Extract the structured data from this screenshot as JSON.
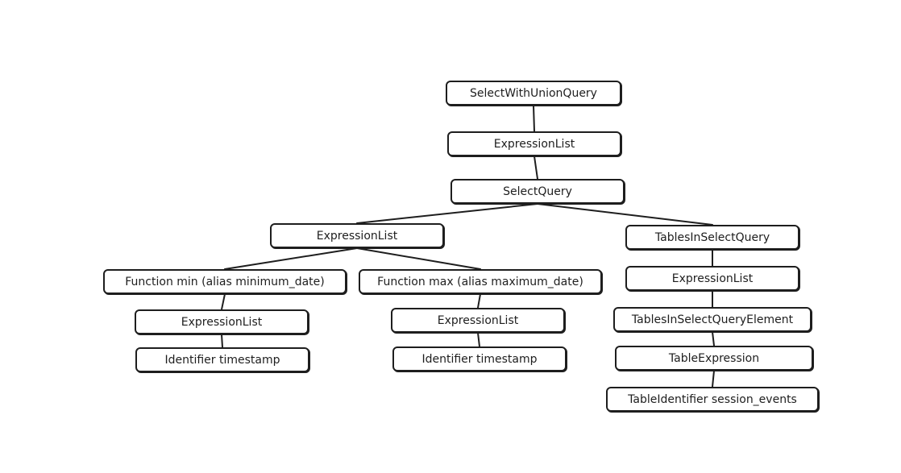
{
  "diagram": {
    "nodes": [
      {
        "id": "n1",
        "label": "SelectWithUnionQuery"
      },
      {
        "id": "n2",
        "label": "ExpressionList"
      },
      {
        "id": "n3",
        "label": "SelectQuery"
      },
      {
        "id": "n4",
        "label": "ExpressionList"
      },
      {
        "id": "n5",
        "label": "TablesInSelectQuery"
      },
      {
        "id": "n6",
        "label": "Function min (alias minimum_date)"
      },
      {
        "id": "n7",
        "label": "Function max (alias maximum_date)"
      },
      {
        "id": "n8",
        "label": "ExpressionList"
      },
      {
        "id": "n9",
        "label": "ExpressionList"
      },
      {
        "id": "n10",
        "label": "Identifier timestamp"
      },
      {
        "id": "n11",
        "label": "Identifier timestamp"
      },
      {
        "id": "n12",
        "label": "ExpressionList"
      },
      {
        "id": "n13",
        "label": "TablesInSelectQueryElement"
      },
      {
        "id": "n14",
        "label": "TableExpression"
      },
      {
        "id": "n15",
        "label": "TableIdentifier session_events"
      }
    ],
    "edges": [
      [
        "n1",
        "n2"
      ],
      [
        "n2",
        "n3"
      ],
      [
        "n3",
        "n4"
      ],
      [
        "n3",
        "n5"
      ],
      [
        "n4",
        "n6"
      ],
      [
        "n4",
        "n7"
      ],
      [
        "n6",
        "n8"
      ],
      [
        "n8",
        "n10"
      ],
      [
        "n7",
        "n9"
      ],
      [
        "n9",
        "n11"
      ],
      [
        "n5",
        "n12"
      ],
      [
        "n12",
        "n13"
      ],
      [
        "n13",
        "n14"
      ],
      [
        "n14",
        "n15"
      ]
    ]
  }
}
